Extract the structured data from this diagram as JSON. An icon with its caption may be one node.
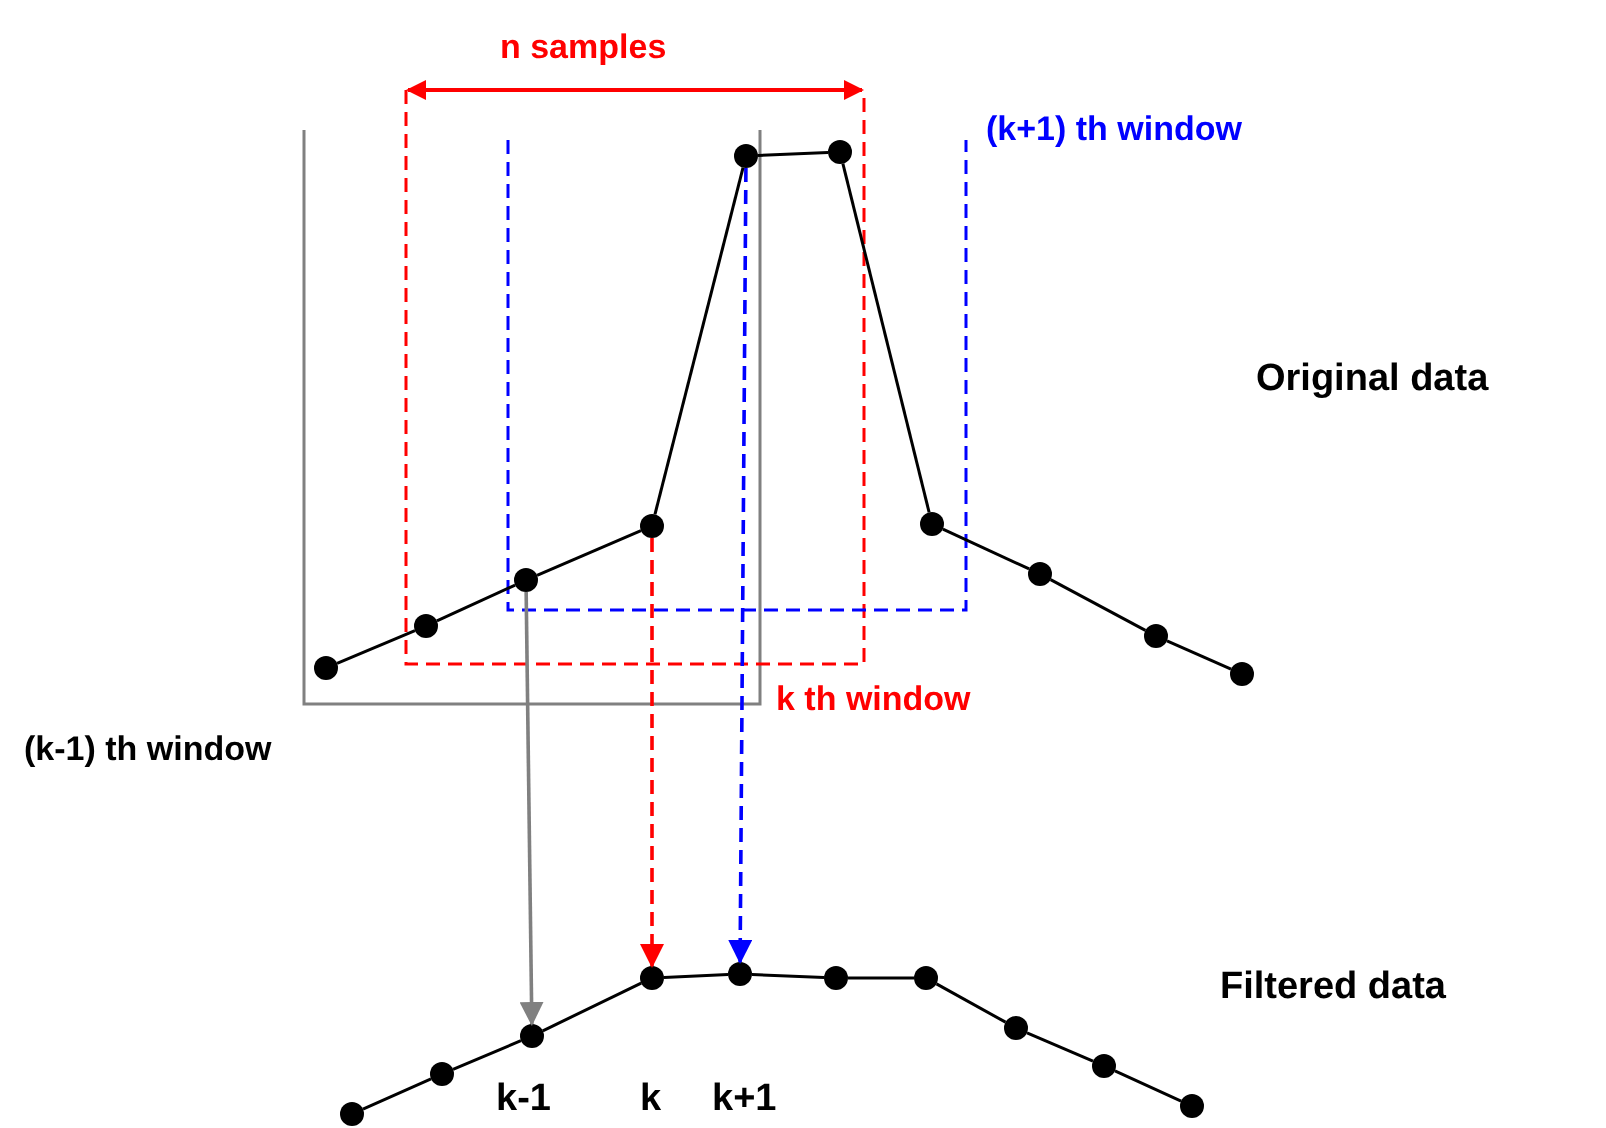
{
  "diagram": {
    "nodes": [
      {
        "text": [],
        "shape": "circle"
      },
      {
        "text": [],
        "shape": "circle"
      },
      {
        "text": [],
        "shape": "circle"
      },
      {
        "text": [],
        "shape": "circle"
      },
      {
        "text": [],
        "shape": "circle"
      },
      {
        "text": [],
        "shape": "circle"
      },
      {
        "text": [],
        "shape": "circle"
      },
      {
        "text": [],
        "shape": "circle"
      },
      {
        "text": [],
        "shape": "circle"
      },
      {
        "text": [],
        "shape": "circle"
      },
      {
        "text": [],
        "shape": "circle"
      },
      {
        "text": [],
        "shape": "circle"
      },
      {
        "text": [
          "k-1"
        ]
      },
      {
        "text": [
          "k"
        ]
      },
      {
        "text": [
          "k+1"
        ]
      },
      {
        "text": [],
        "shape": "circle"
      },
      {
        "text": [],
        "shape": "circle"
      },
      {
        "text": [],
        "shape": "circle"
      },
      {
        "text": [],
        "shape": "circle"
      },
      {
        "text": [],
        "shape": "circle"
      }
    ],
    "edges": [
      {
        "from": 2,
        "to": 12,
        "arrow": "to",
        "color": "#808080"
      },
      {
        "from": 3,
        "to": 13,
        "arrow": "to",
        "style": "dashed",
        "color": "#ff0000"
      },
      {
        "from": 4,
        "to": 14,
        "arrow": "to",
        "style": "dashed",
        "color": "#0000ff"
      },
      {
        "from": 0,
        "to": 1,
        "arrow": "none"
      },
      {
        "from": 1,
        "to": 2,
        "arrow": "none"
      },
      {
        "from": 2,
        "to": 3,
        "arrow": "none"
      },
      {
        "from": 3,
        "to": 4,
        "arrow": "none"
      },
      {
        "from": 4,
        "to": 5,
        "arrow": "none"
      },
      {
        "from": 5,
        "to": 6,
        "arrow": "none"
      },
      {
        "from": 6,
        "to": 7,
        "arrow": "none"
      },
      {
        "from": 7,
        "to": 8,
        "arrow": "none"
      },
      {
        "from": 8,
        "to": 9,
        "arrow": "none"
      },
      {
        "from": 10,
        "to": 11,
        "arrow": "none"
      },
      {
        "from": 11,
        "to": 12,
        "arrow": "none"
      },
      {
        "from": 12,
        "to": 13,
        "arrow": "none"
      },
      {
        "from": 13,
        "to": 14,
        "arrow": "none"
      },
      {
        "from": 14,
        "to": 15,
        "arrow": "none"
      },
      {
        "from": 15,
        "to": 16,
        "arrow": "none"
      },
      {
        "from": 16,
        "to": 17,
        "arrow": "none"
      },
      {
        "from": 17,
        "to": 18,
        "arrow": "none"
      },
      {
        "from": 18,
        "to": 19,
        "arrow": "none"
      }
    ],
    "labels": [
      "n samples",
      "(k+1) th window",
      "Original data",
      "k th window",
      "(k-1) th window",
      "Filtered data"
    ]
  }
}
